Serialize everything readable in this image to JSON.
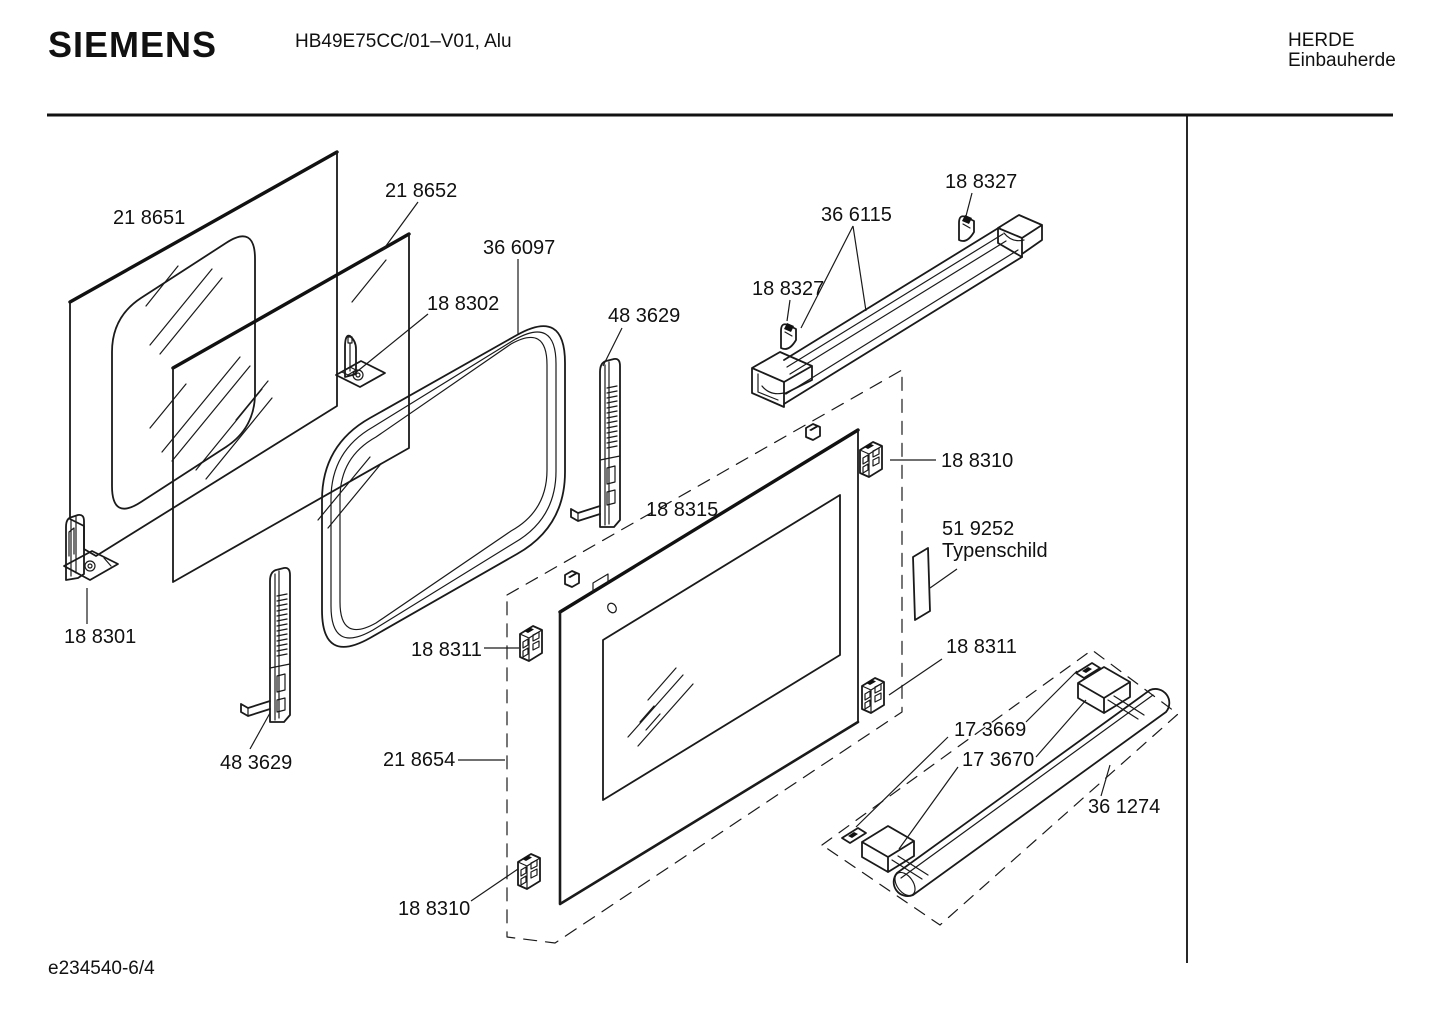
{
  "header": {
    "brand": "SIEMENS",
    "model": "HB49E75CC/01–V01, Alu",
    "category": "HERDE",
    "subcategory": "Einbauherde"
  },
  "footer": {
    "document_code": "e234540-6/4"
  },
  "diagram": {
    "parts": {
      "outer_glass": "21 8651",
      "inner_glass": "21 8652",
      "frame_gasket": "36 6097",
      "center_bracket": "18 8302",
      "hinge_rail": "48 3629",
      "hinge_pin_cover": "18 8327",
      "top_profile": "36 6115",
      "corner_bracket": "18 8301",
      "door_inner_panel": "18 8315",
      "clip_188310": "18 8310",
      "clip_188311": "18 8311",
      "rating_plate_number": "51 9252",
      "rating_plate_label": "Typenschild",
      "door_outer_frame": "21 8654",
      "handle_end_cap": "17 3669",
      "handle_mount": "17 3670",
      "handle_bar": "36 1274"
    }
  }
}
